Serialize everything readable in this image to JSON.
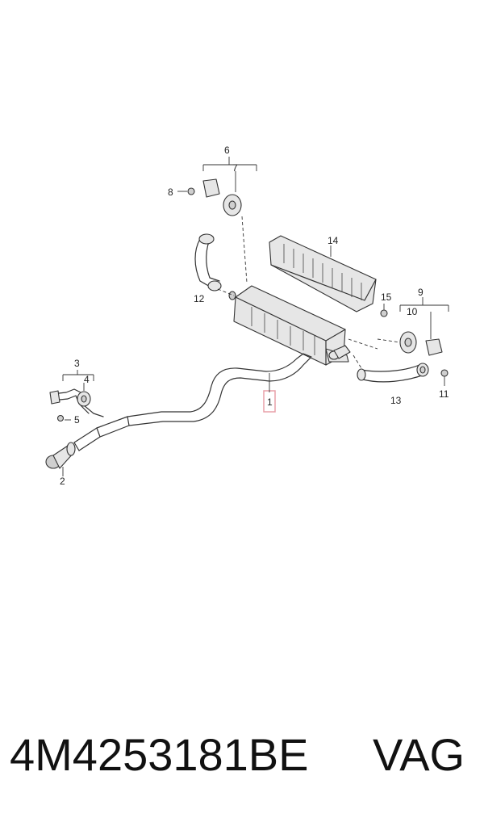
{
  "callouts": {
    "c1": "1",
    "c2": "2",
    "c3": "3",
    "c4": "4",
    "c5": "5",
    "c6": "6",
    "c7": "7",
    "c8": "8",
    "c9": "9",
    "c10": "10",
    "c11": "11",
    "c12": "12",
    "c13": "13",
    "c14": "14",
    "c15": "15"
  },
  "footer": {
    "part_number": "4M4253181BE",
    "brand": "VAG"
  },
  "colors": {
    "highlight": "#e8a0a8",
    "line": "#333333"
  }
}
